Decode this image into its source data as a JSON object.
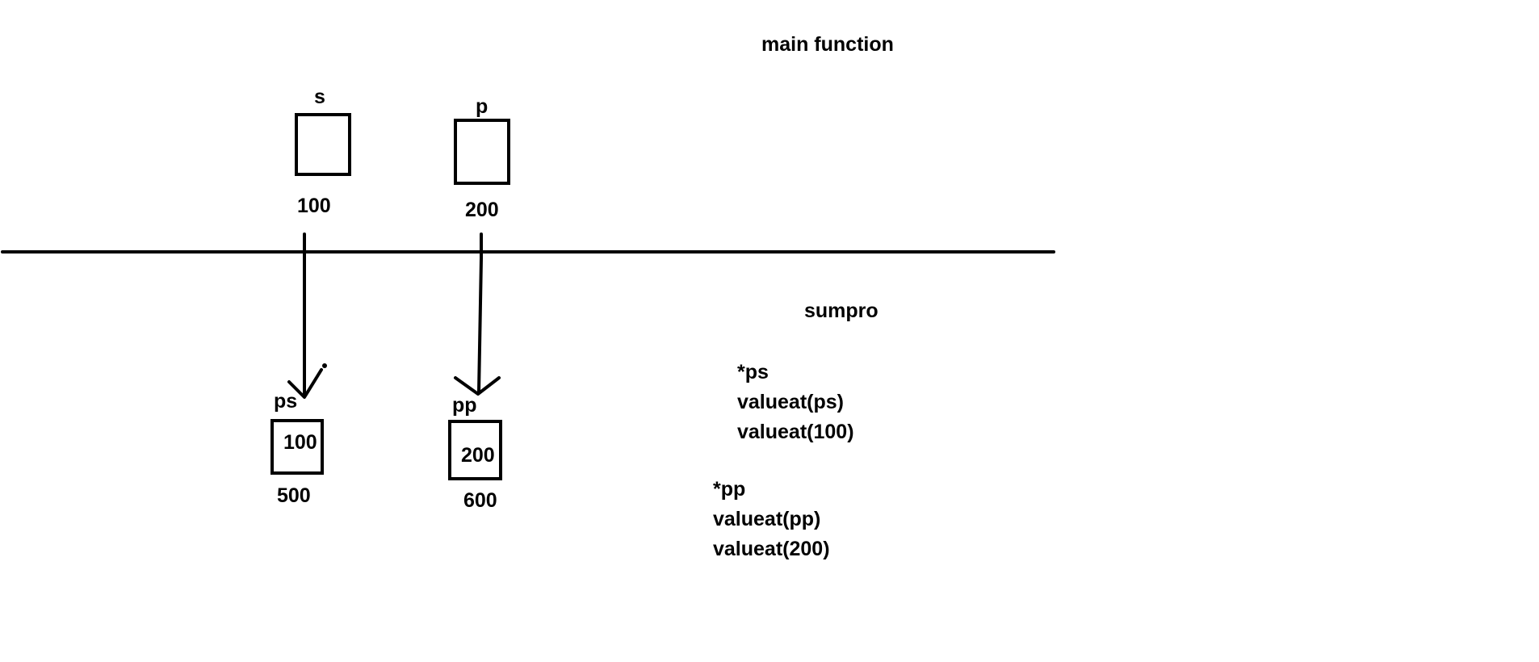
{
  "main": {
    "title": "main function",
    "vars": [
      {
        "name": "s",
        "address": "100"
      },
      {
        "name": "p",
        "address": "200"
      }
    ]
  },
  "sumpro": {
    "title": "sumpro",
    "vars": [
      {
        "name": "ps",
        "value": "100",
        "address": "500"
      },
      {
        "name": "pp",
        "value": "200",
        "address": "600"
      }
    ],
    "notes_ps": [
      "*ps",
      "valueat(ps)",
      "valueat(100)"
    ],
    "notes_pp": [
      "*pp",
      "valueat(pp)",
      "valueat(200)"
    ]
  },
  "colors": {
    "ink": "#000000",
    "background": "#ffffff"
  }
}
